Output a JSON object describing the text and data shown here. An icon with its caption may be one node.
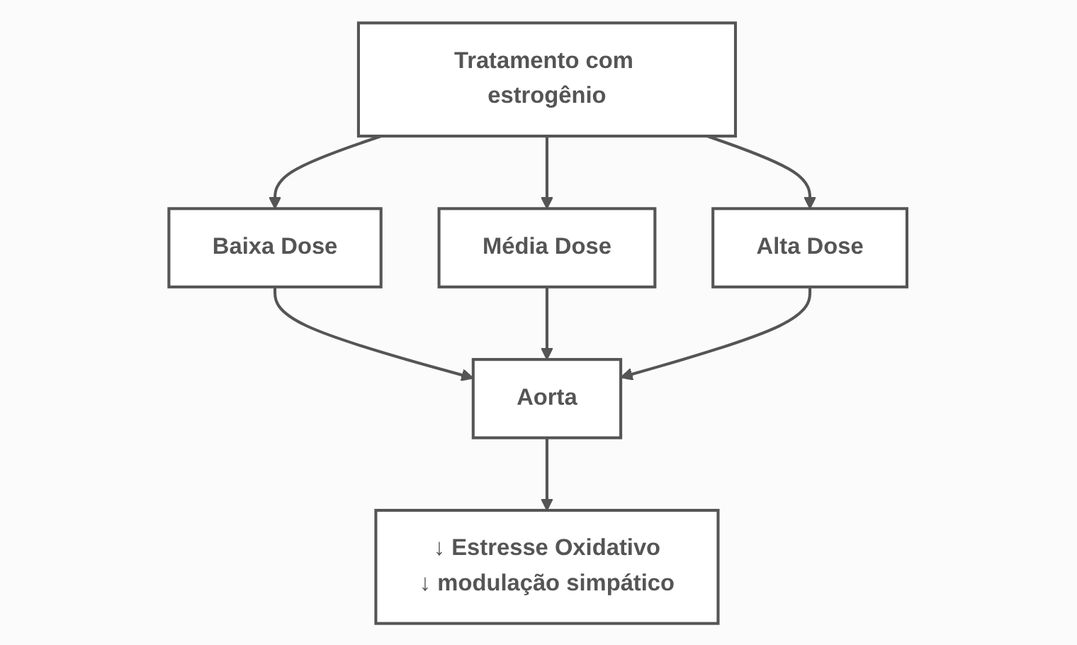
{
  "diagram": {
    "nodes": [
      {
        "text": [
          "Tratamento com estrogênio"
        ]
      },
      {
        "text": [
          "Baixa Dose"
        ]
      },
      {
        "text": [
          "Média Dose"
        ]
      },
      {
        "text": [
          "Alta Dose"
        ]
      },
      {
        "text": [
          "Aorta"
        ]
      },
      {
        "text": [
          "↓ Estresse  Oxidativo",
          "↓ modulação simpático"
        ]
      }
    ],
    "edges": [
      {
        "from": 0,
        "to": 1,
        "arrow": "to"
      },
      {
        "from": 0,
        "to": 2,
        "arrow": "to"
      },
      {
        "from": 0,
        "to": 3,
        "arrow": "to"
      },
      {
        "from": 1,
        "to": 4,
        "arrow": "to"
      },
      {
        "from": 2,
        "to": 4,
        "arrow": "to"
      },
      {
        "from": 3,
        "to": 4,
        "arrow": "to"
      },
      {
        "from": 4,
        "to": 5,
        "arrow": "to"
      }
    ]
  }
}
